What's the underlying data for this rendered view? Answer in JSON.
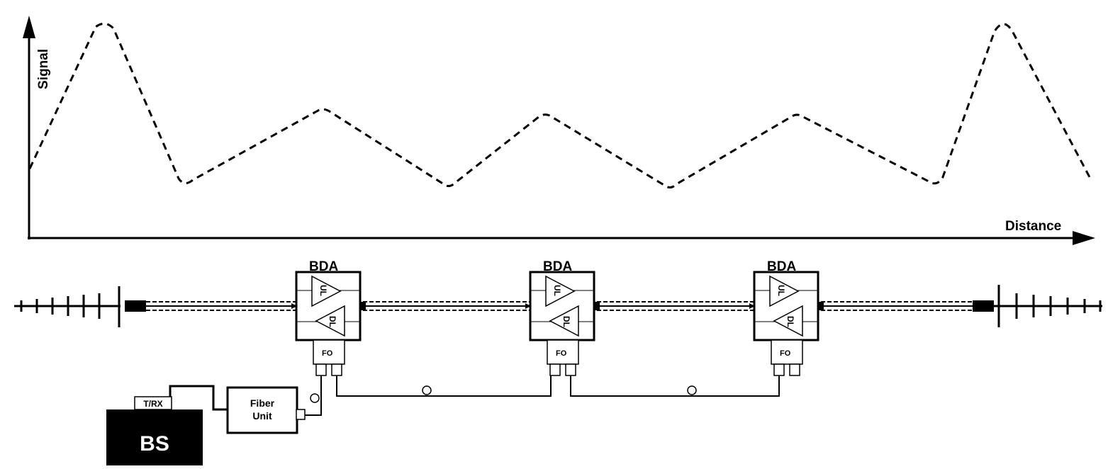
{
  "graph": {
    "y_axis_label": "Signal",
    "x_axis_label": "Distance"
  },
  "amplifiers": [
    {
      "title": "BDA",
      "uplink_label": "UL",
      "downlink_label": "DL",
      "fiber_port_label": "FO"
    },
    {
      "title": "BDA",
      "uplink_label": "UL",
      "downlink_label": "DL",
      "fiber_port_label": "FO"
    },
    {
      "title": "BDA",
      "uplink_label": "UL",
      "downlink_label": "DL",
      "fiber_port_label": "FO"
    }
  ],
  "fiber_unit": {
    "label_line1": "Fiber",
    "label_line2": "Unit"
  },
  "base_station": {
    "label": "BS",
    "port_label": "T/RX"
  },
  "colors": {
    "ink": "#000000",
    "background": "#ffffff",
    "bs_fill": "#000000",
    "bs_text": "#ffffff"
  }
}
